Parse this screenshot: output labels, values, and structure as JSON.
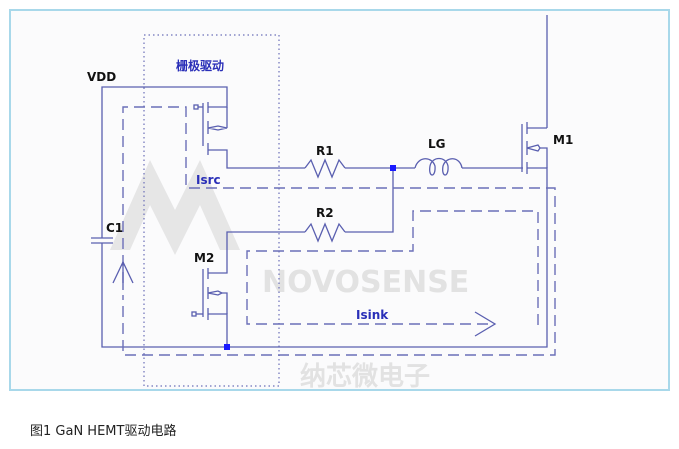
{
  "diagram": {
    "block_title": "栅极驱动",
    "labels": {
      "vdd": "VDD",
      "c1": "C1",
      "r1": "R1",
      "r2": "R2",
      "lg": "LG",
      "m1": "M1",
      "m2": "M2",
      "isrc": "Isrc",
      "isink": "Isink"
    },
    "watermark": {
      "latin": "NOVOSENSE",
      "chinese": "纳芯微电子"
    },
    "colors": {
      "wire": "#5a5fb0",
      "current_label": "#2a2fb8",
      "node": "#1a1aff",
      "frame": "#a8d8ea"
    }
  },
  "caption": "图1 GaN HEMT驱动电路"
}
